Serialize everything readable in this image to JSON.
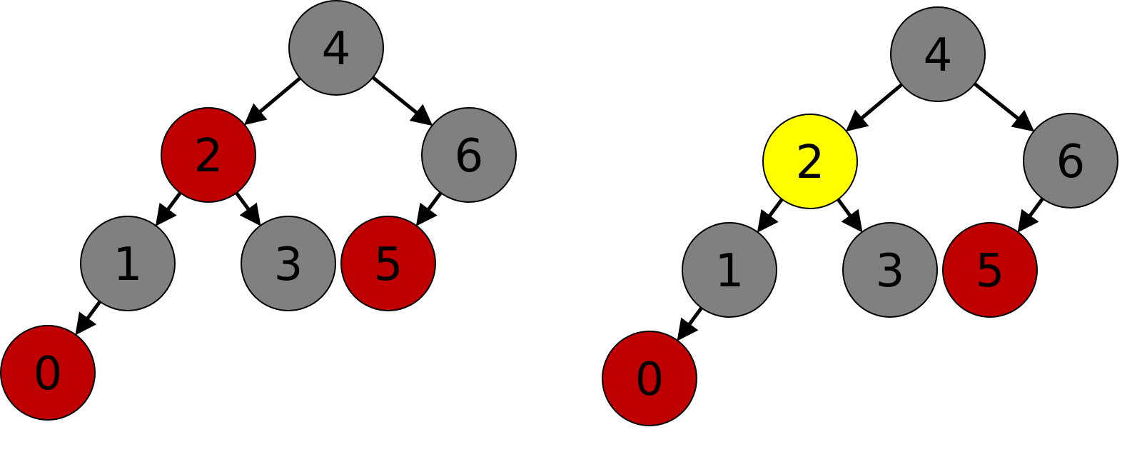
{
  "colors": {
    "gray": "#808080",
    "red": "#c00000",
    "yellow": "#ffff00",
    "edge": "#000000"
  },
  "trees": [
    {
      "nodes": [
        {
          "id": "4",
          "label": "4",
          "color": "gray"
        },
        {
          "id": "2",
          "label": "2",
          "color": "red"
        },
        {
          "id": "6",
          "label": "6",
          "color": "gray"
        },
        {
          "id": "1",
          "label": "1",
          "color": "gray"
        },
        {
          "id": "3",
          "label": "3",
          "color": "gray"
        },
        {
          "id": "5",
          "label": "5",
          "color": "red"
        },
        {
          "id": "0",
          "label": "0",
          "color": "red"
        }
      ],
      "edges": [
        {
          "from": "4",
          "to": "2"
        },
        {
          "from": "4",
          "to": "6"
        },
        {
          "from": "2",
          "to": "1"
        },
        {
          "from": "2",
          "to": "3"
        },
        {
          "from": "6",
          "to": "5"
        },
        {
          "from": "1",
          "to": "0"
        }
      ]
    },
    {
      "nodes": [
        {
          "id": "4",
          "label": "4",
          "color": "gray"
        },
        {
          "id": "2",
          "label": "2",
          "color": "yellow"
        },
        {
          "id": "6",
          "label": "6",
          "color": "gray"
        },
        {
          "id": "1",
          "label": "1",
          "color": "gray"
        },
        {
          "id": "3",
          "label": "3",
          "color": "gray"
        },
        {
          "id": "5",
          "label": "5",
          "color": "red"
        },
        {
          "id": "0",
          "label": "0",
          "color": "red"
        }
      ],
      "edges": [
        {
          "from": "4",
          "to": "2"
        },
        {
          "from": "4",
          "to": "6"
        },
        {
          "from": "2",
          "to": "1"
        },
        {
          "from": "2",
          "to": "3"
        },
        {
          "from": "6",
          "to": "5"
        },
        {
          "from": "1",
          "to": "0"
        }
      ]
    }
  ]
}
